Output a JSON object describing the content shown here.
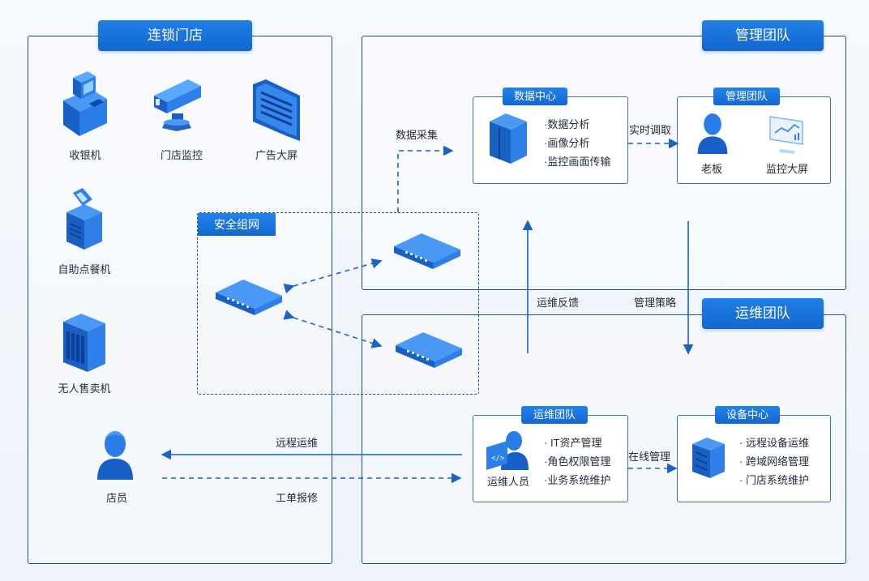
{
  "panels": {
    "store": "连锁门店",
    "management": "管理团队",
    "ops": "运维团队"
  },
  "store_items": {
    "cashier": "收银机",
    "monitor": "门店监控",
    "ad_screen": "广告大屏",
    "kiosk": "自助点餐机",
    "vending": "无人售卖机",
    "clerk": "店员"
  },
  "security": {
    "title": "安全组网"
  },
  "data_center": {
    "title": "数据中心",
    "items": [
      "·数据分析",
      "·画像分析",
      "·监控画面传输"
    ]
  },
  "mgmt_team": {
    "title": "管理团队",
    "boss": "老板",
    "screen": "监控大屏"
  },
  "ops_team": {
    "title": "运维团队",
    "person": "运维人员",
    "items": [
      "· IT资产管理",
      "·角色权限管理",
      "·业务系统维护"
    ]
  },
  "device_center": {
    "title": "设备中心",
    "items": [
      "· 远程设备运维",
      "· 跨域网络管理",
      "· 门店系统维护"
    ]
  },
  "flows": {
    "data_collect": "数据采集",
    "realtime": "实时调取",
    "ops_feedback": "运维反馈",
    "mgmt_policy": "管理策略",
    "remote_ops": "远程运维",
    "repair_ticket": "工单报修",
    "online_mgmt": "在线管理"
  },
  "colors": {
    "primary": "#1468d2",
    "border": "#1f4e8c",
    "arrow": "#1a62c4"
  }
}
